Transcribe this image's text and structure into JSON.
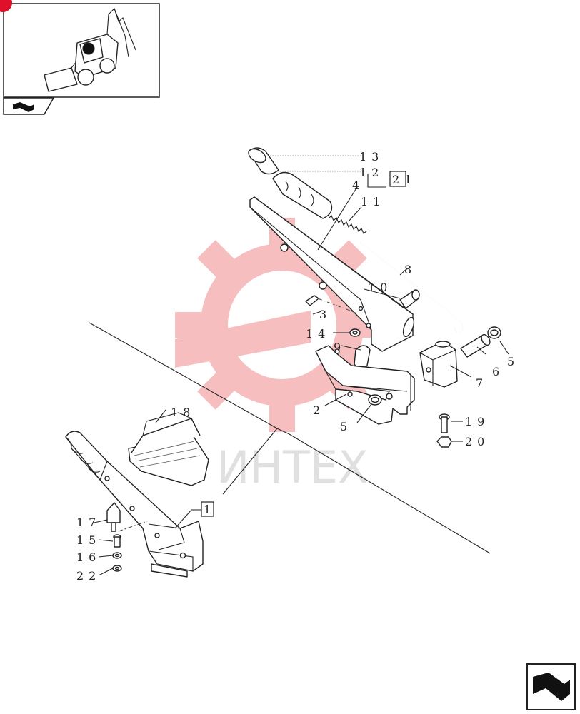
{
  "watermark": {
    "text": "ИНТЕХ",
    "color": "#cccccc",
    "logo_color": "#f08a8a"
  },
  "badge_color": "#e0102a",
  "callouts": {
    "c13": "13",
    "c12": "12",
    "c21": "21",
    "c4": "4",
    "c11": "11",
    "c8": "8",
    "c10": "10",
    "c3": "3",
    "c14": "14",
    "c9": "9",
    "c5a": "5",
    "c6": "6",
    "c7": "7",
    "c2": "2",
    "c5b": "5",
    "c19": "19",
    "c20": "20",
    "c18": "18",
    "c1": "1",
    "c17": "17",
    "c15": "15",
    "c16": "16",
    "c22": "22"
  },
  "icons": {
    "thumbnail": "backhoe-loader-thumbnail",
    "nav_arrow": "navigation-arrow-icon",
    "next_page": "next-page-arrow-icon"
  }
}
